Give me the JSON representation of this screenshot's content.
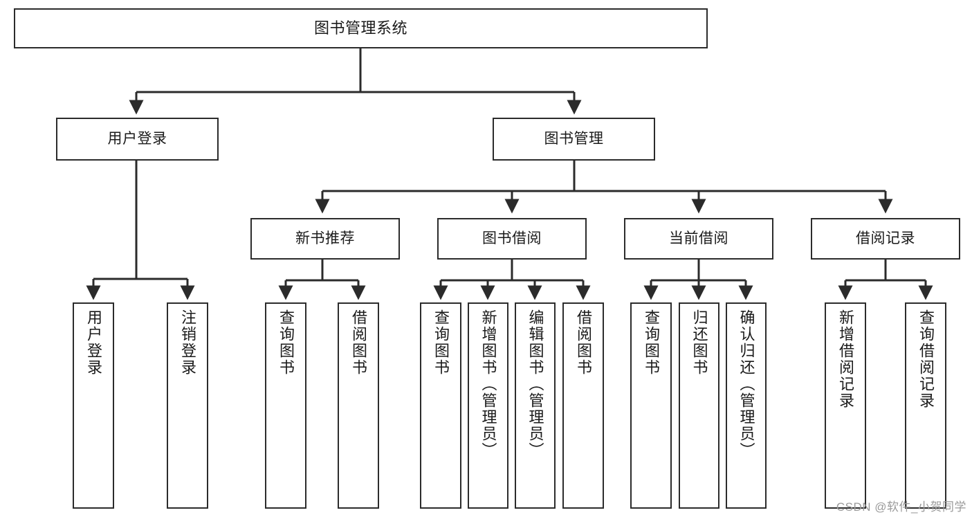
{
  "diagram": {
    "title": "图书管理系统",
    "type": "tree-hierarchy",
    "watermark": "CSDN @软件_小贺同学",
    "colors": {
      "stroke": "#2b2b2b",
      "fill": "#ffffff",
      "text": "#1a1a1a",
      "watermark": "#9a9a9a"
    }
  },
  "nodes": {
    "root": {
      "label": "图书管理系统"
    },
    "level2": [
      {
        "id": "user-login",
        "label": "用户登录"
      },
      {
        "id": "book-management",
        "label": "图书管理"
      }
    ],
    "level3": [
      {
        "id": "new-book-recommend",
        "label": "新书推荐"
      },
      {
        "id": "book-borrow",
        "label": "图书借阅"
      },
      {
        "id": "current-borrow",
        "label": "当前借阅"
      },
      {
        "id": "borrow-record",
        "label": "借阅记录"
      }
    ],
    "leaves": {
      "user_login": [
        {
          "id": "leaf-user-login",
          "label": "用户登录"
        },
        {
          "id": "leaf-logout",
          "label": "注销登录"
        }
      ],
      "new_book_recommend": [
        {
          "id": "leaf-query-book-1",
          "label": "查询图书"
        },
        {
          "id": "leaf-borrow-book-1",
          "label": "借阅图书"
        }
      ],
      "book_borrow": [
        {
          "id": "leaf-query-book-2",
          "label": "查询图书"
        },
        {
          "id": "leaf-add-book",
          "label": "新增图书（管理员）"
        },
        {
          "id": "leaf-edit-book",
          "label": "编辑图书（管理员）"
        },
        {
          "id": "leaf-borrow-book-2",
          "label": "借阅图书"
        }
      ],
      "current_borrow": [
        {
          "id": "leaf-query-book-3",
          "label": "查询图书"
        },
        {
          "id": "leaf-return-book",
          "label": "归还图书"
        },
        {
          "id": "leaf-confirm-return",
          "label": "确认归还（管理员）"
        }
      ],
      "borrow_record": [
        {
          "id": "leaf-add-record",
          "label": "新增借阅记录"
        },
        {
          "id": "leaf-query-record",
          "label": "查询借阅记录"
        }
      ]
    }
  }
}
